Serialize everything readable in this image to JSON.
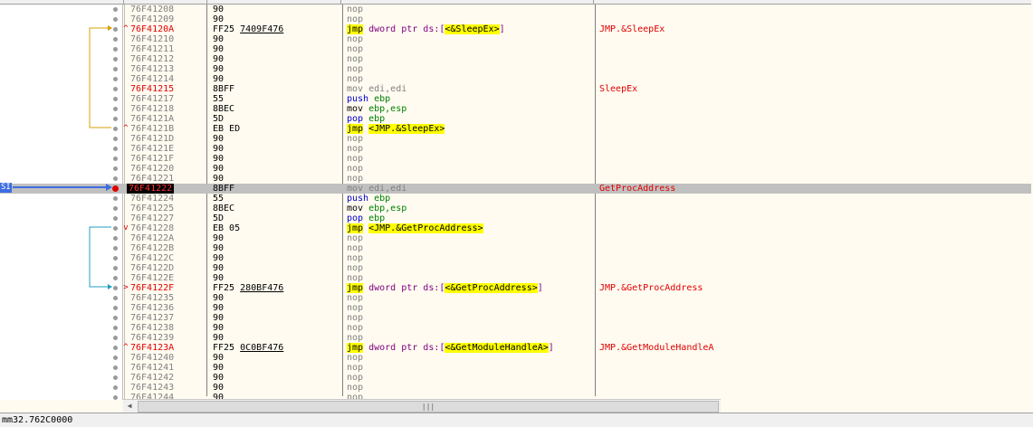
{
  "eip_label": "SI",
  "status_text": "mm32.762C0000",
  "scrollbar": {
    "left_arrow": "◀",
    "grip": "|||"
  },
  "colors": {
    "label_red": "#e00000",
    "jump_highlight": "#ffff00",
    "eip_arrow": "#3c6ce0",
    "jump_line_1": "#d4a000",
    "jump_line_2": "#20a0c0"
  },
  "rows": [
    {
      "addr": "76F41208",
      "bytes": "90",
      "mnemonic": "nop",
      "operands": ""
    },
    {
      "addr": "76F41209",
      "bytes": "90",
      "mnemonic": "nop",
      "operands": ""
    },
    {
      "addr": "76F4120A",
      "label": true,
      "mark": "^",
      "bytes": "FF25",
      "bytes_ref": "7409F476",
      "mnemonic": "jmp",
      "operands_seg": "dword ptr ds:[",
      "operands_target": "<&SleepEx>",
      "operands_tail": "]",
      "comment": "JMP.&SleepEx"
    },
    {
      "addr": "76F41210",
      "bytes": "90",
      "mnemonic": "nop",
      "operands": ""
    },
    {
      "addr": "76F41211",
      "bytes": "90",
      "mnemonic": "nop",
      "operands": ""
    },
    {
      "addr": "76F41212",
      "bytes": "90",
      "mnemonic": "nop",
      "operands": ""
    },
    {
      "addr": "76F41213",
      "bytes": "90",
      "mnemonic": "nop",
      "operands": ""
    },
    {
      "addr": "76F41214",
      "bytes": "90",
      "mnemonic": "nop",
      "operands": ""
    },
    {
      "addr": "76F41215",
      "label": true,
      "bytes": "8BFF",
      "mnemonic": "mov",
      "dim": true,
      "operands": "edi,edi",
      "comment": "SleepEx"
    },
    {
      "addr": "76F41217",
      "bytes": "55",
      "mnemonic": "push",
      "operands": "ebp"
    },
    {
      "addr": "76F41218",
      "bytes": "8BEC",
      "mnemonic": "mov",
      "operands": "ebp,esp"
    },
    {
      "addr": "76F4121A",
      "bytes": "5D",
      "mnemonic": "pop",
      "operands": "ebp"
    },
    {
      "addr": "76F4121B",
      "mark": "^",
      "bytes": "EB ED",
      "mnemonic": "jmp",
      "operands_target": "<JMP.&SleepEx>"
    },
    {
      "addr": "76F4121D",
      "bytes": "90",
      "mnemonic": "nop",
      "operands": ""
    },
    {
      "addr": "76F4121E",
      "bytes": "90",
      "mnemonic": "nop",
      "operands": ""
    },
    {
      "addr": "76F4121F",
      "bytes": "90",
      "mnemonic": "nop",
      "operands": ""
    },
    {
      "addr": "76F41220",
      "bytes": "90",
      "mnemonic": "nop",
      "operands": ""
    },
    {
      "addr": "76F41221",
      "bytes": "90",
      "mnemonic": "nop",
      "operands": ""
    },
    {
      "addr": "76F41222",
      "label": true,
      "current": true,
      "bytes": "8BFF",
      "mnemonic": "mov",
      "dim": true,
      "operands": "edi,edi",
      "comment": "GetProcAddress"
    },
    {
      "addr": "76F41224",
      "bytes": "55",
      "mnemonic": "push",
      "operands": "ebp"
    },
    {
      "addr": "76F41225",
      "bytes": "8BEC",
      "mnemonic": "mov",
      "operands": "ebp,esp"
    },
    {
      "addr": "76F41227",
      "bytes": "5D",
      "mnemonic": "pop",
      "operands": "ebp"
    },
    {
      "addr": "76F41228",
      "mark": "v",
      "bytes": "EB 05",
      "mnemonic": "jmp",
      "operands_target": "<JMP.&GetProcAddress>"
    },
    {
      "addr": "76F4122A",
      "bytes": "90",
      "mnemonic": "nop",
      "operands": ""
    },
    {
      "addr": "76F4122B",
      "bytes": "90",
      "mnemonic": "nop",
      "operands": ""
    },
    {
      "addr": "76F4122C",
      "bytes": "90",
      "mnemonic": "nop",
      "operands": ""
    },
    {
      "addr": "76F4122D",
      "bytes": "90",
      "mnemonic": "nop",
      "operands": ""
    },
    {
      "addr": "76F4122E",
      "bytes": "90",
      "mnemonic": "nop",
      "operands": ""
    },
    {
      "addr": "76F4122F",
      "label": true,
      "mark": ">",
      "bytes": "FF25",
      "bytes_ref": "280BF476",
      "mnemonic": "jmp",
      "operands_seg": "dword ptr ds:[",
      "operands_target": "<&GetProcAddress>",
      "operands_tail": "]",
      "comment": "JMP.&GetProcAddress"
    },
    {
      "addr": "76F41235",
      "bytes": "90",
      "mnemonic": "nop",
      "operands": ""
    },
    {
      "addr": "76F41236",
      "bytes": "90",
      "mnemonic": "nop",
      "operands": ""
    },
    {
      "addr": "76F41237",
      "bytes": "90",
      "mnemonic": "nop",
      "operands": ""
    },
    {
      "addr": "76F41238",
      "bytes": "90",
      "mnemonic": "nop",
      "operands": ""
    },
    {
      "addr": "76F41239",
      "bytes": "90",
      "mnemonic": "nop",
      "operands": ""
    },
    {
      "addr": "76F4123A",
      "label": true,
      "mark": "^",
      "bytes": "FF25",
      "bytes_ref": "0C0BF476",
      "mnemonic": "jmp",
      "operands_seg": "dword ptr ds:[",
      "operands_target": "<&GetModuleHandleA>",
      "operands_tail": "]",
      "comment": "JMP.&GetModuleHandleA"
    },
    {
      "addr": "76F41240",
      "bytes": "90",
      "mnemonic": "nop",
      "operands": ""
    },
    {
      "addr": "76F41241",
      "bytes": "90",
      "mnemonic": "nop",
      "operands": ""
    },
    {
      "addr": "76F41242",
      "bytes": "90",
      "mnemonic": "nop",
      "operands": ""
    },
    {
      "addr": "76F41243",
      "bytes": "90",
      "mnemonic": "nop",
      "operands": ""
    },
    {
      "addr": "76F41244",
      "bytes": "90",
      "mnemonic": "nop",
      "operands": ""
    }
  ]
}
